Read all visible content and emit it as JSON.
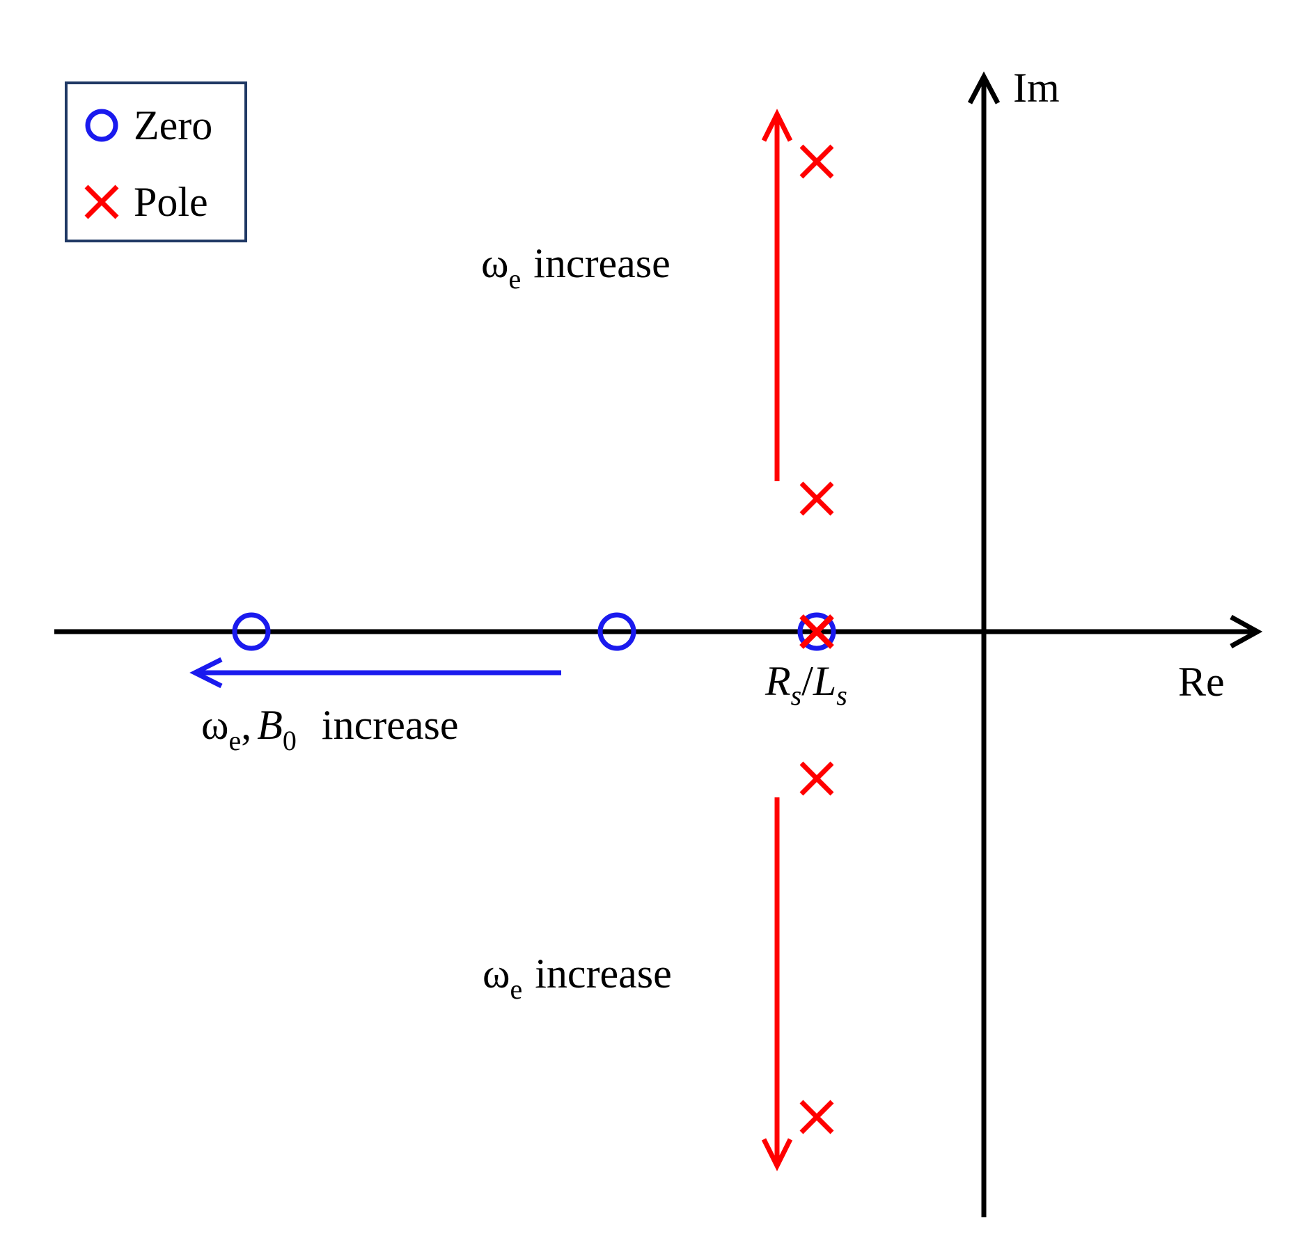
{
  "legend": {
    "zero_label": "Zero",
    "pole_label": "Pole"
  },
  "axes": {
    "im_label": "Im",
    "re_label": "Re"
  },
  "annotations": {
    "top_arrow": {
      "omega": "ω",
      "omega_sub": "e",
      "rest": "increase"
    },
    "bottom_arrow": {
      "omega": "ω",
      "omega_sub": "e",
      "rest": "increase"
    },
    "zero_arrow": {
      "omega": "ω",
      "omega_sub": "e",
      "comma": ",",
      "b": "B",
      "b_sub": "0",
      "rest": "increase"
    },
    "rs_ls": {
      "r": "R",
      "r_sub": "s",
      "slash": "/",
      "l": "L",
      "l_sub": "s"
    }
  },
  "markers": {
    "zeros": [
      "zero-far-left",
      "zero-mid",
      "zero-at-rs-ls"
    ],
    "poles": [
      "pole-top",
      "pole-upper",
      "pole-real",
      "pole-lower",
      "pole-bottom"
    ]
  },
  "colors": {
    "zero": "#1a1aee",
    "pole": "#ff0000",
    "axis": "#000000",
    "legend_border": "#1f3864"
  }
}
